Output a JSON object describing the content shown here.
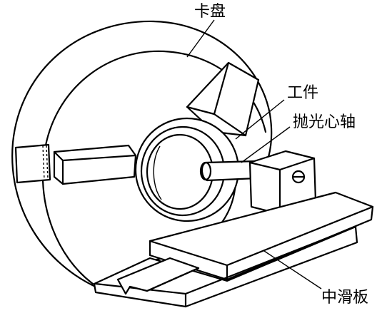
{
  "labels": {
    "chuck": "卡盘",
    "workpiece": "工件",
    "mandrel": "抛光心轴",
    "slide": "中滑板"
  },
  "colors": {
    "ink": "#000000",
    "paper": "#ffffff"
  }
}
